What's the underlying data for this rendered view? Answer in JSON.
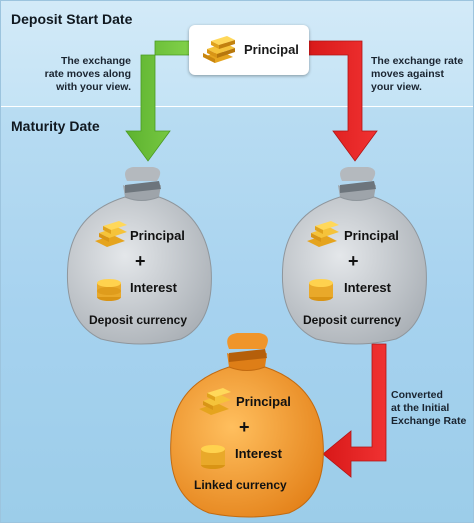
{
  "headings": {
    "deposit_start": "Deposit Start Date",
    "maturity": "Maturity Date"
  },
  "top_box": {
    "label": "Principal"
  },
  "notes": {
    "left": [
      "The exchange",
      "rate moves along",
      "with your view."
    ],
    "right": [
      "The exchange rate",
      "moves against",
      "your view."
    ],
    "converted": [
      "Converted",
      "at the Initial",
      "Exchange Rate"
    ]
  },
  "bags": {
    "left": {
      "principal": "Principal",
      "plus": "+",
      "interest": "Interest",
      "currency": "Deposit currency",
      "color": "#c8ccd0"
    },
    "right": {
      "principal": "Principal",
      "plus": "+",
      "interest": "Interest",
      "currency": "Deposit currency",
      "color": "#c8ccd0"
    },
    "bottom": {
      "principal": "Principal",
      "plus": "+",
      "interest": "Interest",
      "currency": "Linked currency",
      "color": "#f3a23c"
    }
  },
  "arrows": {
    "along_color": "#6cc23a",
    "against_color": "#e01e1e"
  }
}
